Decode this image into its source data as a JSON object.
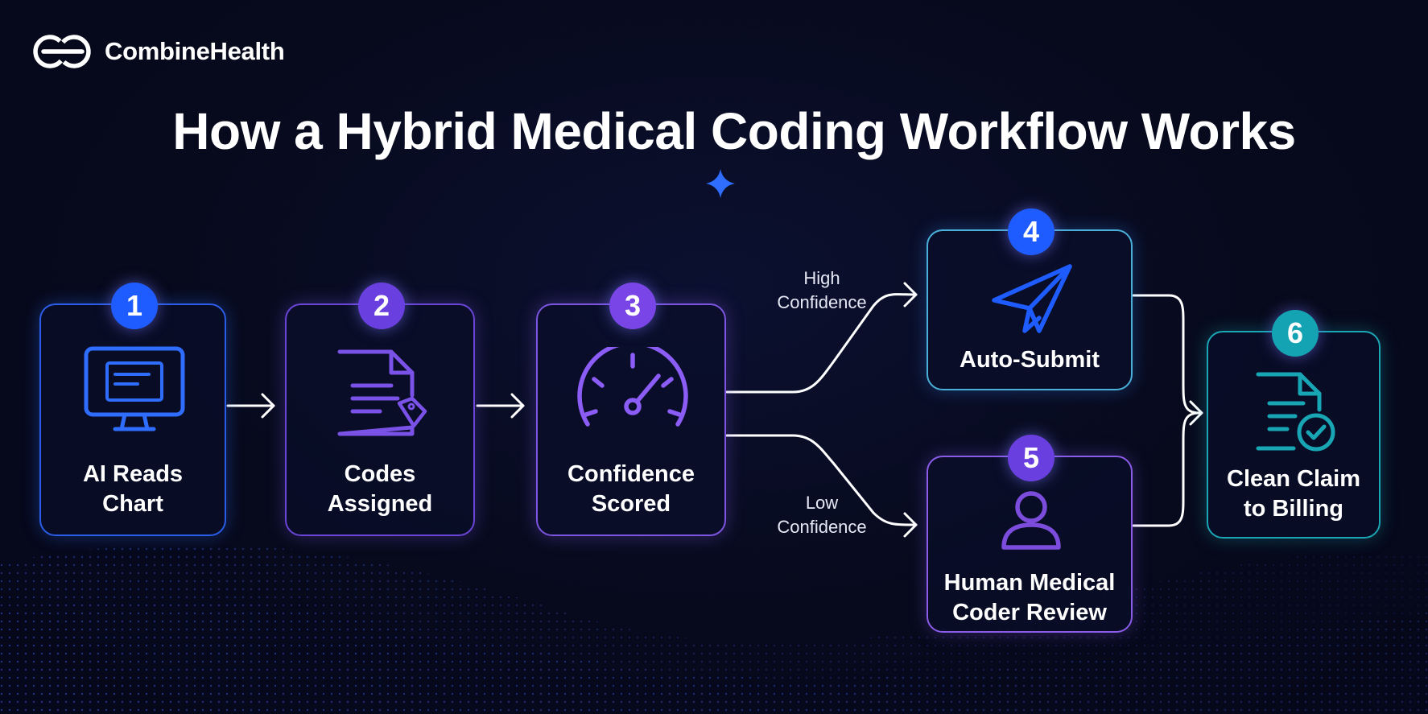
{
  "brand": {
    "name": "CombineHealth"
  },
  "title": "How a Hybrid Medical Coding Workflow Works",
  "steps": [
    {
      "number": "1",
      "label_line1": "AI Reads",
      "label_line2": "Chart",
      "icon": "monitor-icon",
      "color": "#2f6dff"
    },
    {
      "number": "2",
      "label_line1": "Codes",
      "label_line2": "Assigned",
      "icon": "document-tag-icon",
      "color": "#7b52e8"
    },
    {
      "number": "3",
      "label_line1": "Confidence",
      "label_line2": "Scored",
      "icon": "gauge-icon",
      "color": "#8b5cf6"
    },
    {
      "number": "4",
      "label_line1": "Auto-Submit",
      "icon": "paper-plane-icon",
      "color": "#1e5cff"
    },
    {
      "number": "5",
      "label_line1": "Human Medical",
      "label_line2": "Coder Review",
      "icon": "person-icon",
      "color": "#7c4ddc"
    },
    {
      "number": "6",
      "label_line1": "Clean Claim",
      "label_line2": "to Billing",
      "icon": "document-check-icon",
      "color": "#19a6b4"
    }
  ],
  "paths": {
    "high": {
      "line1": "High",
      "line2": "Confidence"
    },
    "low": {
      "line1": "Low",
      "line2": "Confidence"
    }
  }
}
